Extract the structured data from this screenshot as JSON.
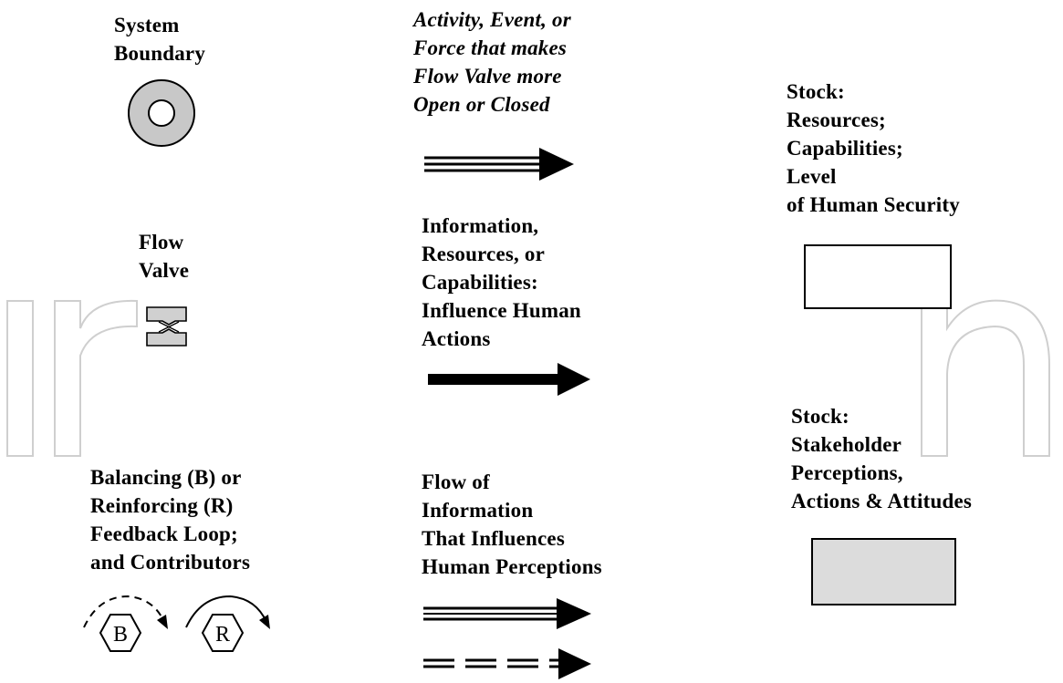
{
  "colors": {
    "stroke": "#000000",
    "boundary_fill": "#c8c8c8",
    "valve_fill": "#d0d0d0",
    "stock_perceptions_fill": "#dcdcdc",
    "watermark": "#cfcfcf"
  },
  "legend": {
    "system_boundary": {
      "label": "System\nBoundary",
      "icon": "ring-icon"
    },
    "flow_valve": {
      "label": "Flow\nValve",
      "icon": "valve-icon"
    },
    "feedback_loop": {
      "label": "Balancing (B) or\nReinforcing (R)\nFeedback Loop;\nand Contributors",
      "balancing_letter": "B",
      "reinforcing_letter": "R"
    },
    "activity_arrow": {
      "label": "Activity, Event, or\nForce that makes\nFlow Valve more\nOpen or Closed",
      "icon": "double-line-arrow-icon"
    },
    "information_arrow": {
      "label": "Information,\nResources, or\nCapabilities:\nInfluence Human\nActions",
      "icon": "thick-arrow-icon"
    },
    "perception_arrow": {
      "label": "Flow of\nInformation\nThat Influences\nHuman Perceptions",
      "icon": "triple-line-arrow-icon"
    },
    "stock_security": {
      "label": "Stock:\nResources;\nCapabilities;\nLevel\nof Human Security",
      "icon": "white-rectangle-icon"
    },
    "stock_perceptions": {
      "label": "Stock:\nStakeholder\nPerceptions,\nActions & Attitudes",
      "icon": "gray-rectangle-icon"
    }
  }
}
